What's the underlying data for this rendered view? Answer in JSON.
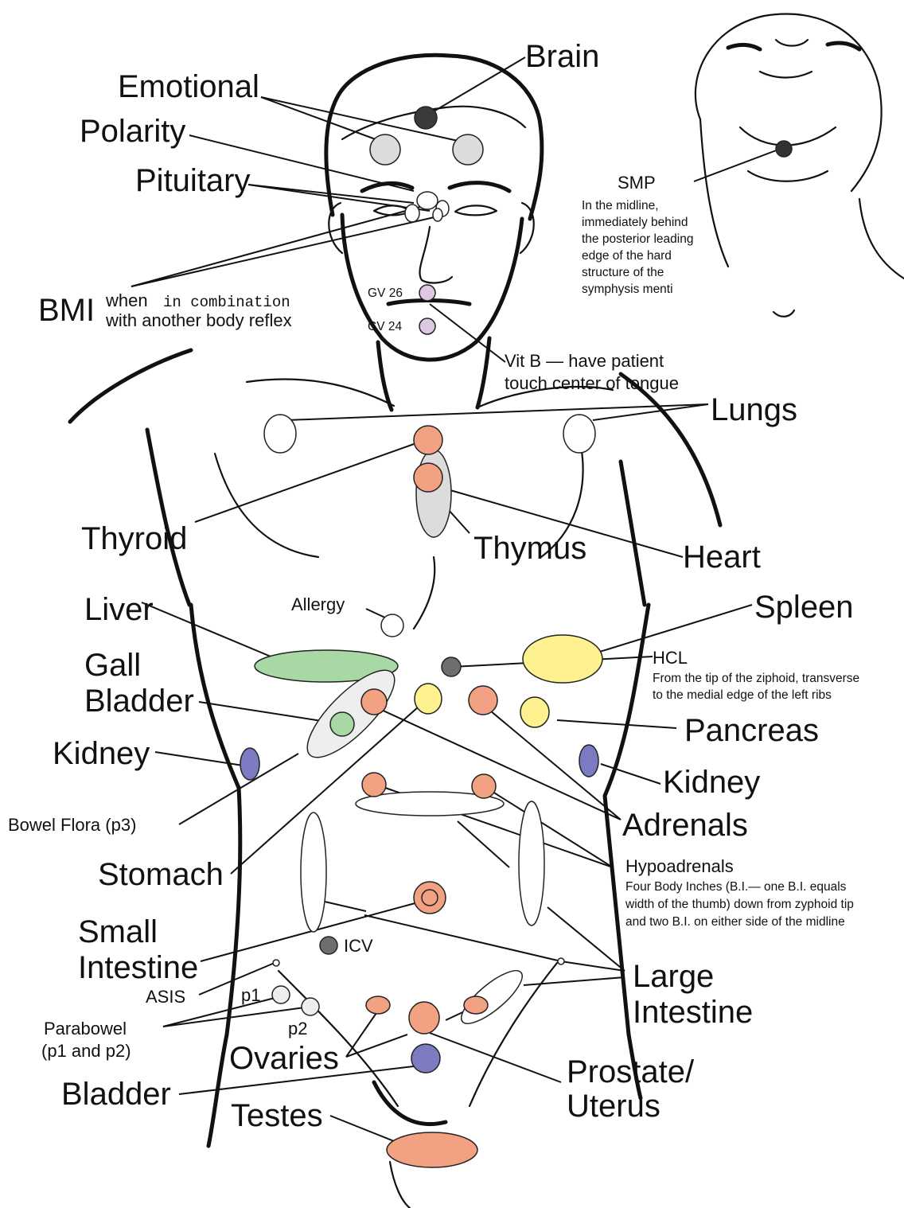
{
  "colors": {
    "grey": "#dcdcdc",
    "dark_grey": "#6e6e6e",
    "salmon": "#f2a183",
    "green": "#a8d8a4",
    "yellow": "#fdf28f",
    "purple": "#7c7ac0",
    "lilac": "#ddc8e2",
    "white": "#ffffff",
    "light": "#eeeeee"
  },
  "labels": {
    "brain": "Brain",
    "emotional": "Emotional",
    "polarity": "Polarity",
    "pituitary": "Pituitary",
    "bmi": "BMI",
    "bmi_when": "when",
    "bmi_combination": "in combination",
    "bmi_another": "with another body reflex",
    "gv26": "GV 26",
    "cv24": "CV 24",
    "vitb_line1": "Vit B  —  have patient",
    "vitb_line2": "touch center of tongue",
    "smp": "SMP",
    "smp_note": [
      "In the midline,",
      "immediately behind",
      "the posterior leading",
      "edge of the hard",
      "structure of the",
      "symphysis menti"
    ],
    "lungs": "Lungs",
    "thyroid": "Thyroid",
    "thymus": "Thymus",
    "heart": "Heart",
    "liver": "Liver",
    "allergy": "Allergy",
    "spleen": "Spleen",
    "hcl": "HCL",
    "hcl_note": [
      "From the tip of the ziphoid, transverse",
      "to the medial edge of the left ribs"
    ],
    "gall": "Gall",
    "bladder_gall": "Bladder",
    "pancreas": "Pancreas",
    "kidney_left": "Kidney",
    "kidney_right": "Kidney",
    "bowel_flora": "Bowel Flora (p3)",
    "adrenals": "Adrenals",
    "stomach": "Stomach",
    "hypoadrenals": "Hypoadrenals",
    "hypo_note": [
      "Four Body Inches (B.I.— one B.I. equals",
      "width of the thumb) down from zyphoid tip",
      "and two B.I. on either side of the midline"
    ],
    "small": "Small",
    "intestine": "Intestine",
    "icv": "ICV",
    "asis": "ASIS",
    "p1": "p1",
    "p2": "p2",
    "parabowel_1": "Parabowel",
    "parabowel_2": "(p1 and p2)",
    "large": "Large",
    "large_intestine": "Intestine",
    "ovaries": "Ovaries",
    "prostate": "Prostate/",
    "uterus": "Uterus",
    "bladder": "Bladder",
    "testes": "Testes"
  }
}
